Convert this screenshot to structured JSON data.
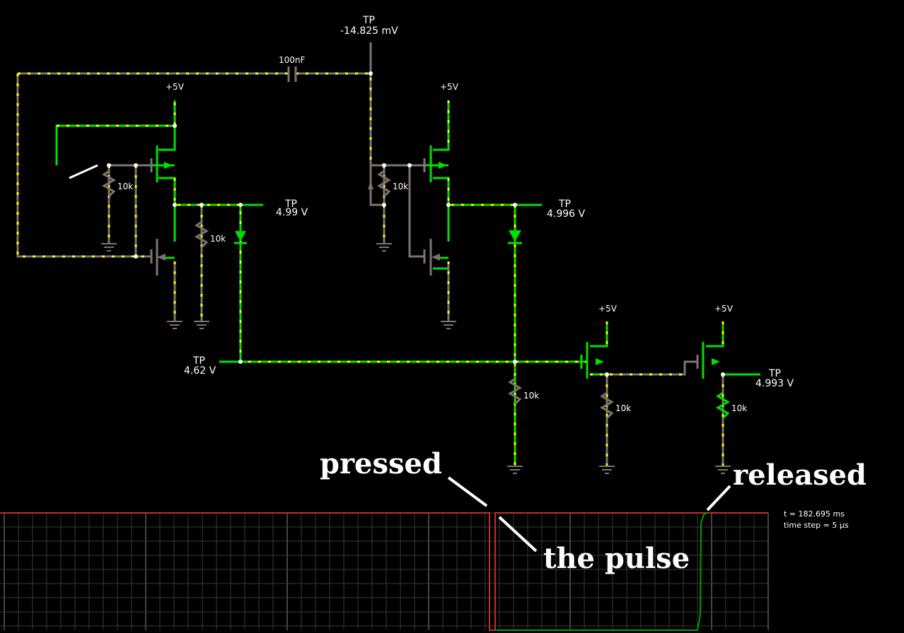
{
  "supply_label": "+5V",
  "resistor_label": "10k",
  "capacitor_label": "100nF",
  "probe": {
    "name": "TP",
    "top_value": "-14.825 mV",
    "left_out_value": "4.99 V",
    "mid_out_value": "4.996 V",
    "bus_value": "4.62 V",
    "right_out_value": "4.993 V"
  },
  "annotations": {
    "pressed": "pressed",
    "released": "released",
    "pulse": "the pulse"
  },
  "scope": {
    "time": "t = 182.695 ms",
    "time_step": "time step = 5 µs",
    "colors": {
      "grid": "#3a3a3a",
      "trace_red": "#c0302a",
      "trace_green": "#00a000"
    }
  },
  "colors": {
    "wire_high": "#00e000",
    "wire_low": "#7f7272",
    "current_dots": "#ffff00",
    "background": "#000000"
  }
}
